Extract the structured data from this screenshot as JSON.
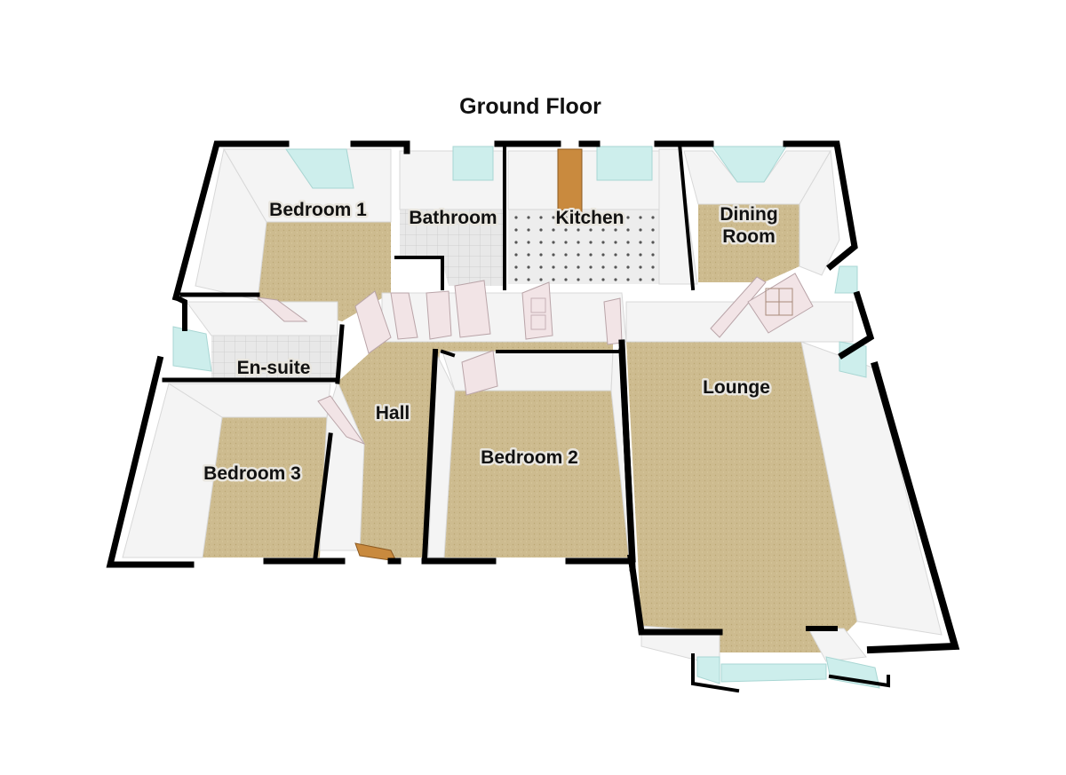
{
  "title": "Ground Floor",
  "rooms": {
    "bedroom1": "Bedroom 1",
    "bathroom": "Bathroom",
    "kitchen": "Kitchen",
    "dining_line1": "Dining",
    "dining_line2": "Room",
    "ensuite": "En-suite",
    "hall": "Hall",
    "bedroom3": "Bedroom 3",
    "bedroom2": "Bedroom 2",
    "lounge": "Lounge"
  },
  "colors": {
    "carpet": "#cdbb8f",
    "tile": "#e6e6e6",
    "wall_inner": "#f4f4f4",
    "wall_outline": "#000000",
    "window": "#cdeeec",
    "door": "#f2e4e6",
    "front_door": "#c98a3e"
  }
}
